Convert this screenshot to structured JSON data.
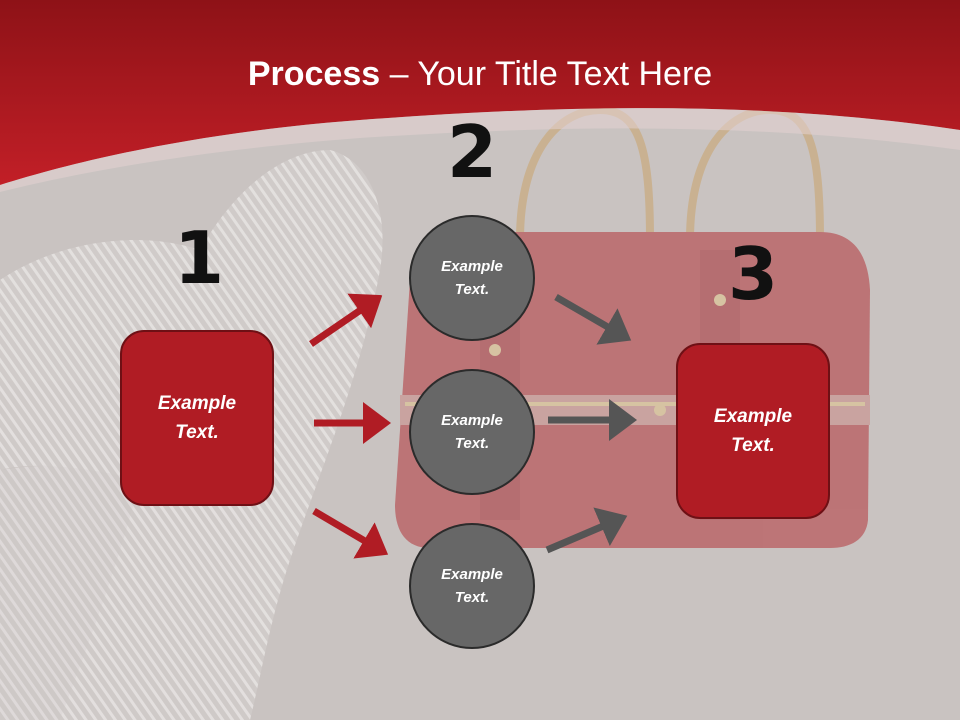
{
  "title": {
    "bold": "Process",
    "rest": " – Your Title Text Here"
  },
  "steps": {
    "one": {
      "number": "1",
      "text": "Example Text."
    },
    "two": {
      "number": "2"
    },
    "three": {
      "number": "3",
      "text": "Example Text."
    }
  },
  "circles": [
    {
      "text": "Example Text."
    },
    {
      "text": "Example Text."
    },
    {
      "text": "Example Text."
    }
  ],
  "colors": {
    "header_red": "#b01c24",
    "box_red": "#b01c24",
    "circle_gray": "#676767",
    "arrow_red": "#b01c24",
    "arrow_gray": "#555555",
    "background": "#c9c3c1"
  },
  "icons": {
    "decorative": [
      "striped-glove-image",
      "red-handbag-image"
    ]
  }
}
